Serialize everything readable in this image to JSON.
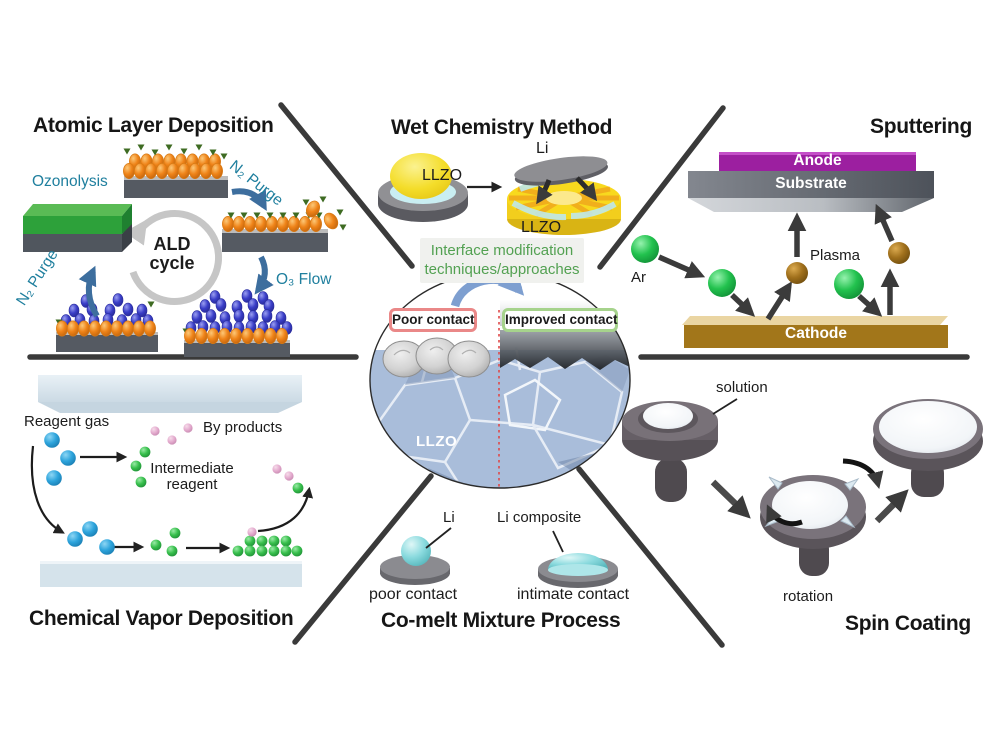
{
  "ald": {
    "title": "Atomic Layer Deposition",
    "ozonolysis": "Ozonolysis",
    "n2_purge_top": "N₂ Purge",
    "n2_purge_left": "N₂ Purge",
    "o3_flow": "O₃ Flow",
    "cycle_line1": "ALD",
    "cycle_line2": "cycle"
  },
  "wet_chemistry": {
    "title": "Wet Chemistry Method",
    "llzo_pellet": "LLZO",
    "li_disk": "Li",
    "llzo_coated": "LLZO"
  },
  "sputtering": {
    "title": "Sputtering",
    "anode": "Anode",
    "substrate": "Substrate",
    "argon": "Ar",
    "plasma": "Plasma",
    "cathode": "Cathode"
  },
  "center": {
    "box_line1": "Interface modification",
    "box_line2": "techniques/approaches",
    "poor_contact": "Poor contact",
    "improved_contact": "Improved contact",
    "llzo": "LLZO"
  },
  "cvd": {
    "title": "Chemical Vapor Deposition",
    "reagent_gas": "Reagent gas",
    "by_products": "By products",
    "intermediate_line1": "Intermediate",
    "intermediate_line2": "reagent"
  },
  "co_melt": {
    "title": "Co-melt Mixture Process",
    "li": "Li",
    "li_composite": "Li composite",
    "poor_contact": "poor contact",
    "intimate_contact": "intimate  contact"
  },
  "spin_coating": {
    "title": "Spin Coating",
    "solution": "solution",
    "rotation": "rotation"
  },
  "colors": {
    "teal_label": "#1f7f9e",
    "arrow_blue": "#3d6e9e",
    "anode_purple": "#9c1fa0",
    "cathode_gold": "#a2761a",
    "argon_green": "#2ecc5e",
    "plasma_brown": "#aa7722",
    "reagent_blue": "#31a8e0",
    "intermediate_green": "#3bc34f",
    "byproduct_pink": "#e4aed0",
    "llzo_yellow": "#f8d91e",
    "li_cyan": "#8adade",
    "crystal_blue": "#a9bdda",
    "interface_text_green": "#53a152",
    "poor_border_red": "#ea8888",
    "improved_border_green": "#a6d38c"
  }
}
